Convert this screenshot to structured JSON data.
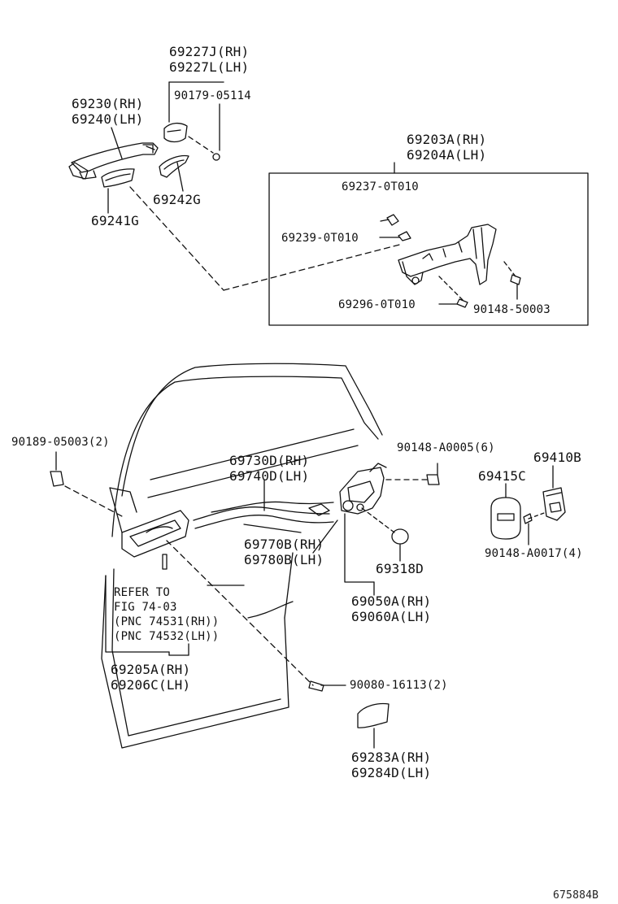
{
  "diagram": {
    "figure_id": "675884B",
    "refer_note": "REFER TO\nFIG 74-03\n(PNC 74531(RH))\n(PNC 74532(LH))",
    "parts": {
      "p69227": "69227J(RH)\n69227L(LH)",
      "p90179": "90179-05114",
      "p69230": "69230(RH)\n69240(LH)",
      "p69203": "69203A(RH)\n69204A(LH)",
      "p69237": "69237-0T010",
      "p69239": "69239-0T010",
      "p69296": "69296-0T010",
      "p90148_50003": "90148-50003",
      "p69242": "69242G",
      "p69241": "69241G",
      "p90189": "90189-05003(2)",
      "p69730": "69730D(RH)\n69740D(LH)",
      "p90148_A0005": "90148-A0005(6)",
      "p69410": "69410B",
      "p69415": "69415C",
      "p69770": "69770B(RH)\n69780B(LH)",
      "p69318": "69318D",
      "p90148_A0017": "90148-A0017(4)",
      "p69050": "69050A(RH)\n69060A(LH)",
      "p69205": "69205A(RH)\n69206C(LH)",
      "p90080": "90080-16113(2)",
      "p69283": "69283A(RH)\n69284D(LH)"
    }
  }
}
